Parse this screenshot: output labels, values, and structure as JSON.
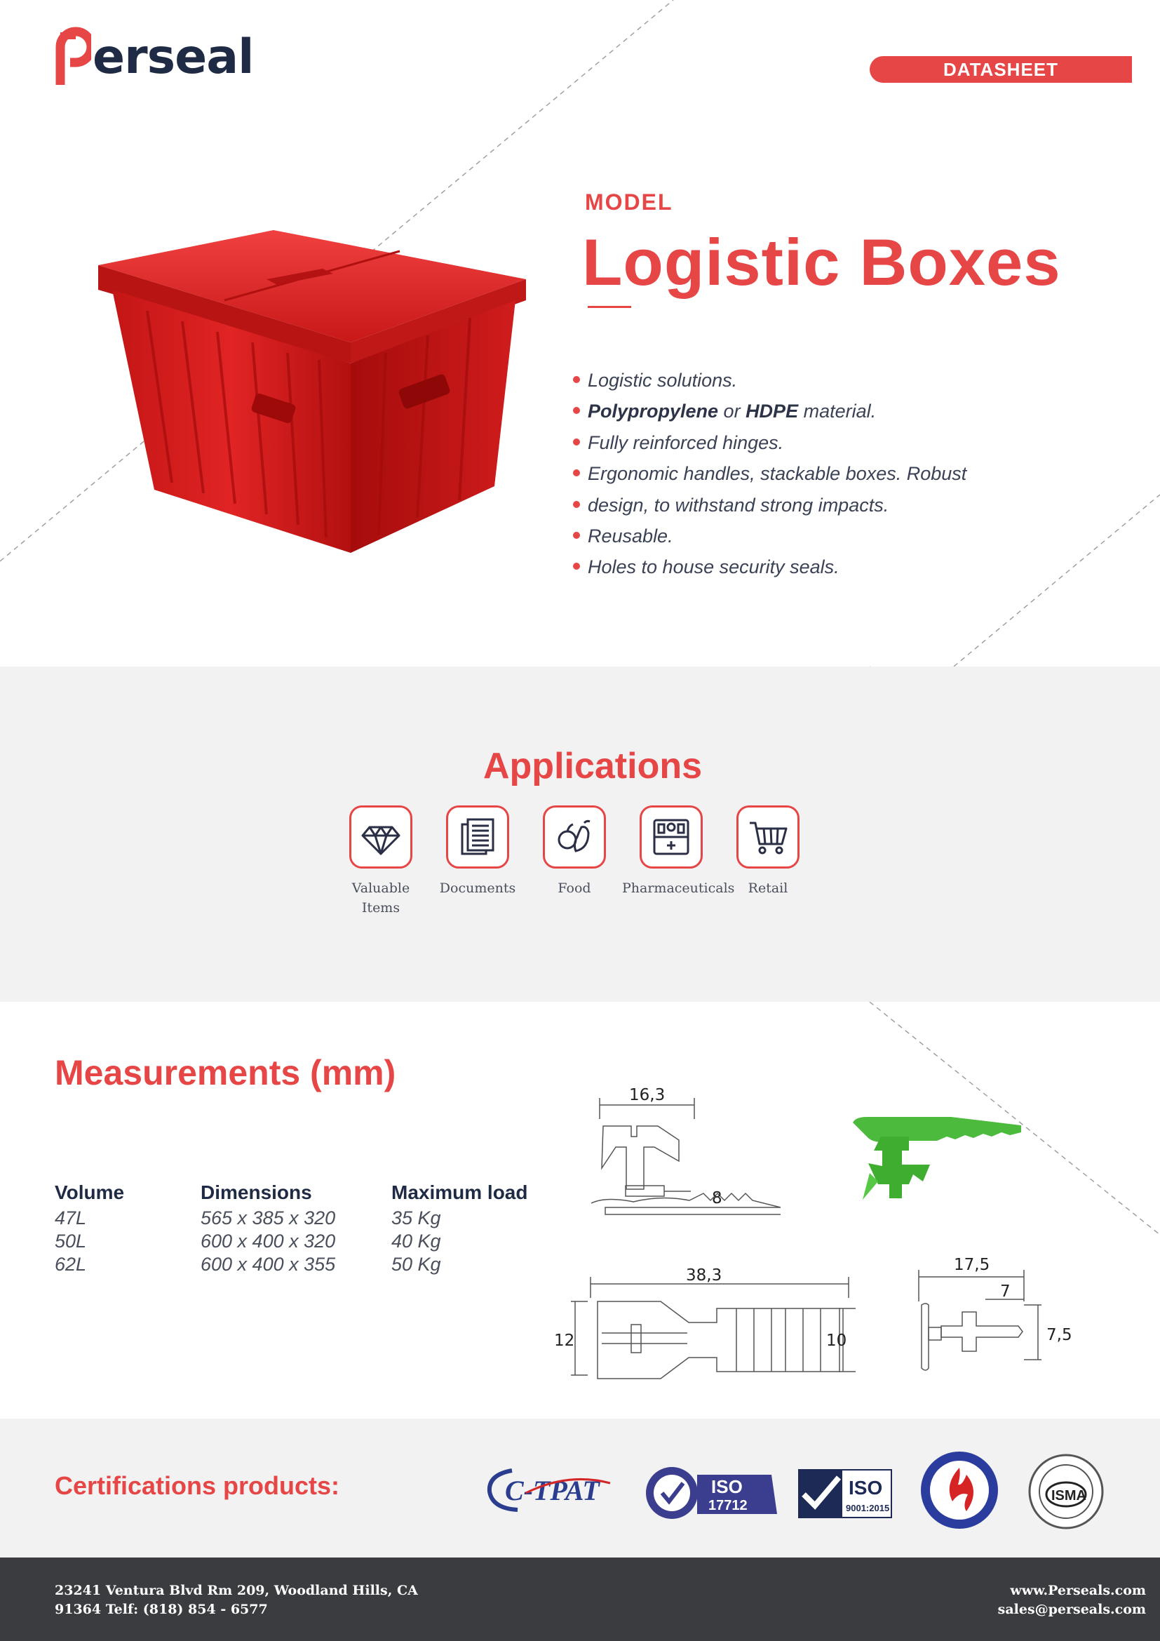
{
  "header": {
    "brand": "Perseal",
    "brand_rest": "erseal",
    "badge": "DATASHEET"
  },
  "product": {
    "model_label": "MODEL",
    "title": "Logistic Boxes",
    "features": [
      {
        "pre": "Logistic solutions.",
        "b1": "",
        "mid": "",
        "b2": "",
        "post": ""
      },
      {
        "pre": "",
        "b1": "Polypropylene",
        "mid": " or ",
        "b2": "HDPE",
        "post": " material."
      },
      {
        "pre": "Fully reinforced hinges.",
        "b1": "",
        "mid": "",
        "b2": "",
        "post": ""
      },
      {
        "pre": "Ergonomic handles, stackable boxes. Robust",
        "b1": "",
        "mid": "",
        "b2": "",
        "post": ""
      },
      {
        "pre": "design, to withstand strong impacts.",
        "b1": "",
        "mid": "",
        "b2": "",
        "post": ""
      },
      {
        "pre": "Reusable.",
        "b1": "",
        "mid": "",
        "b2": "",
        "post": ""
      },
      {
        "pre": "Holes to house security seals.",
        "b1": "",
        "mid": "",
        "b2": "",
        "post": ""
      }
    ],
    "box_color": "#d81e1e"
  },
  "applications": {
    "title": "Applications",
    "items": [
      {
        "label1": "Valuable",
        "label2": "Items",
        "icon": "diamond-icon"
      },
      {
        "label1": "Documents",
        "label2": "",
        "icon": "documents-icon"
      },
      {
        "label1": "Food",
        "label2": "",
        "icon": "food-icon"
      },
      {
        "label1": "Pharmaceuticals",
        "label2": "",
        "icon": "pharmacy-icon"
      },
      {
        "label1": "Retail",
        "label2": "",
        "icon": "shopping-cart-icon"
      }
    ]
  },
  "measurements": {
    "title": "Measurements (mm)",
    "headers": [
      "Volume",
      "Dimensions",
      "Maximum load"
    ],
    "rows": [
      [
        "47L",
        "565 x 385 x 320",
        "35 Kg"
      ],
      [
        "50L",
        "600 x 400 x 320",
        "40 Kg"
      ],
      [
        "62L",
        "600 x 400 x 355",
        "50 Kg"
      ]
    ],
    "seal_dimensions": {
      "top_width": "16,3",
      "stem": "8",
      "length": "38,3",
      "left_height": "12",
      "right_height": "10",
      "side_width": "17,5",
      "side_inner": "7",
      "side_height": "7,5"
    },
    "seal_color": "#4cba3c"
  },
  "certifications": {
    "title": "Certifications products:",
    "logos": [
      {
        "text": "C-TPAT",
        "icon": "ctpat-logo"
      },
      {
        "text": "ISO",
        "sub": "17712",
        "icon": "iso-17712-logo"
      },
      {
        "text": "ISO",
        "sub": "9001:2015",
        "icon": "iso-9001-logo"
      },
      {
        "text": "",
        "icon": "china-association-seal"
      },
      {
        "text": "ISMA",
        "icon": "isma-logo"
      }
    ]
  },
  "footer": {
    "address_line1": "23241 Ventura Blvd Rm 209, Woodland Hills, CA",
    "address_line2": "91364 Telf: (818) 854 - 6577",
    "website": "www.Perseals.com",
    "email": "sales@perseals.com"
  }
}
